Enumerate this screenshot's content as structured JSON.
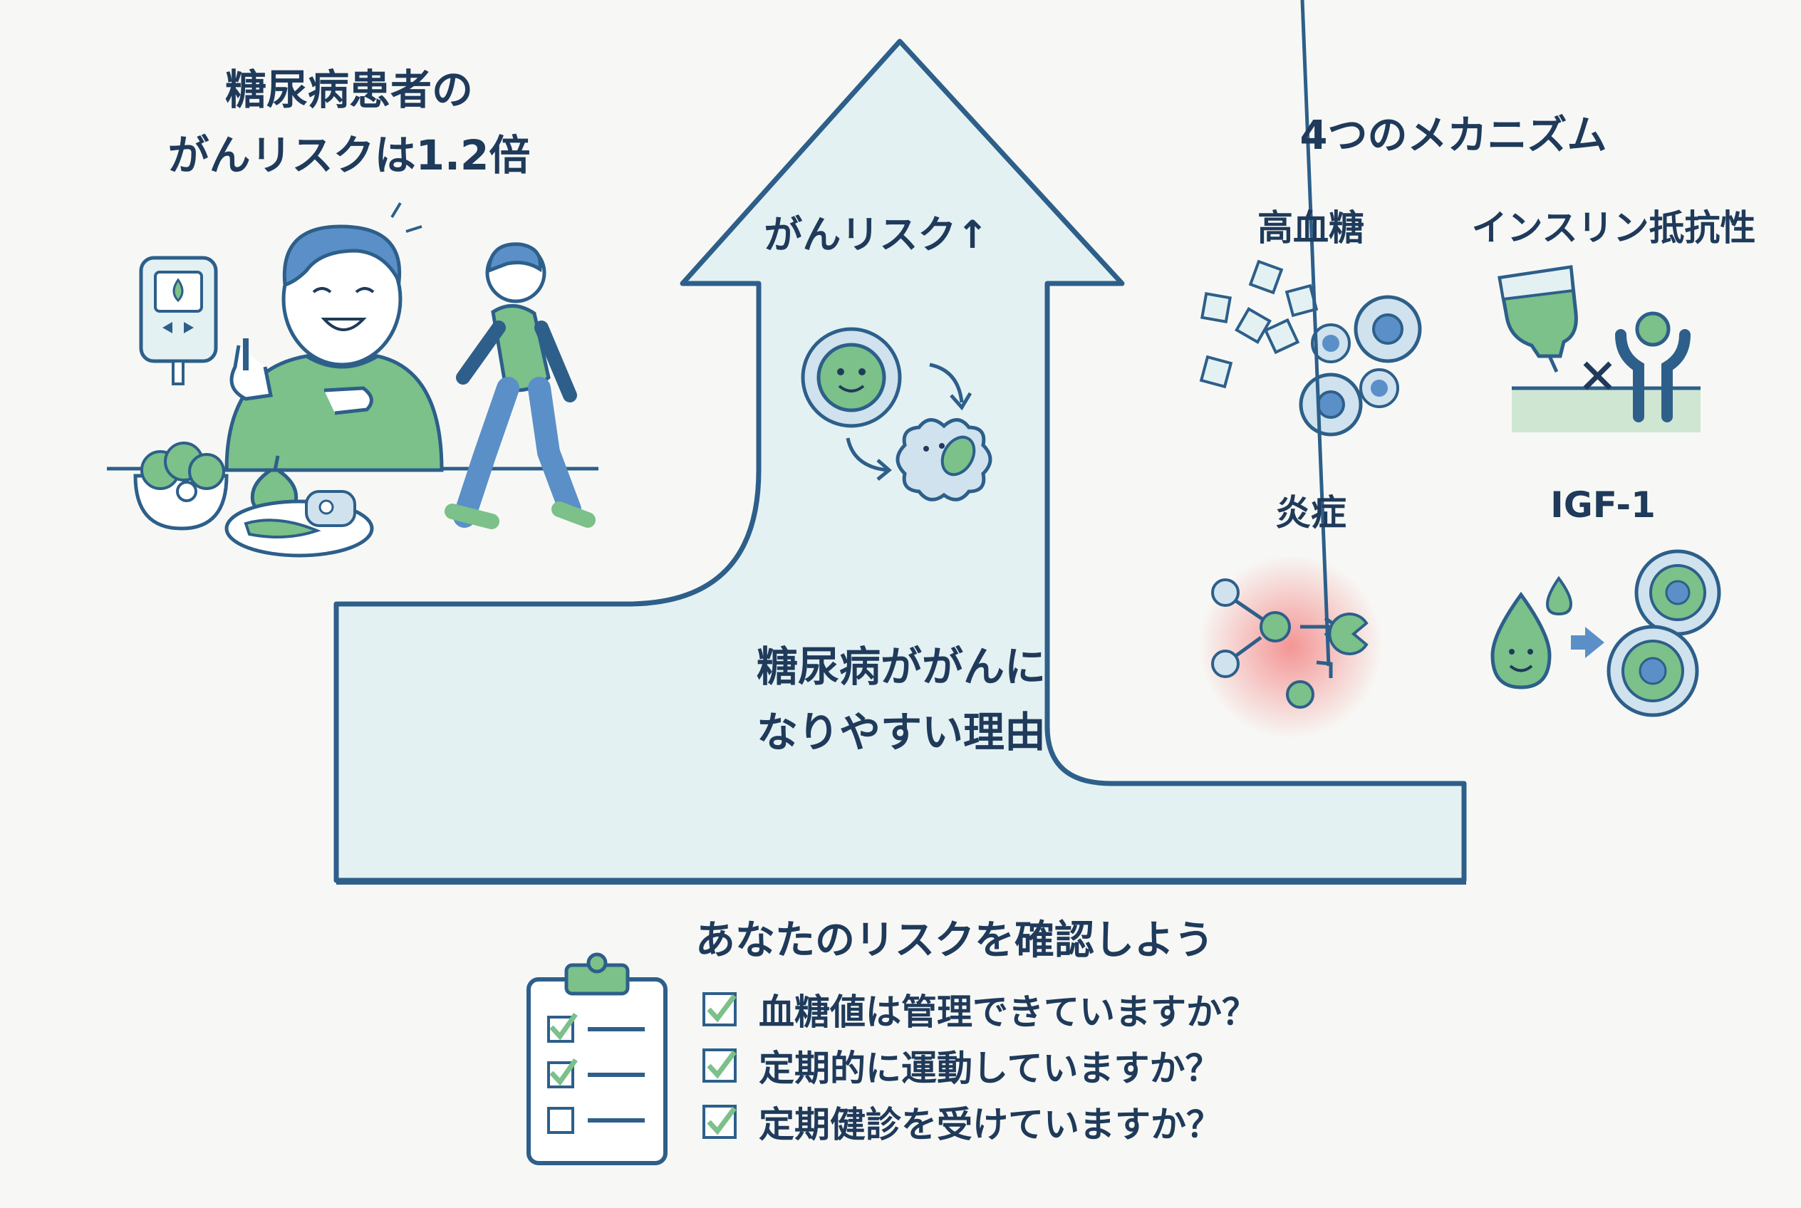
{
  "headline": {
    "line1": "糖尿病患者の",
    "line2": "がんリスクは1.2倍"
  },
  "arrow": {
    "label": "がんリスク↑"
  },
  "reason": {
    "line1": "糖尿病ががんに",
    "line2": "なりやすい理由"
  },
  "mechanisms": {
    "title": "4つのメカニズム",
    "items": [
      {
        "label": "高血糖"
      },
      {
        "label": "インスリン抵抗性"
      },
      {
        "label": "炎症"
      },
      {
        "label": "IGF-1"
      }
    ]
  },
  "checklist": {
    "title": "あなたのリスクを確認しよう",
    "items": [
      {
        "label": "血糖値は管理できていますか？"
      },
      {
        "label": "定期的に運動していますか？"
      },
      {
        "label": "定期健診を受けていますか？"
      }
    ]
  },
  "colors": {
    "navy": "#1f3a5a",
    "outline": "#2d5f8a",
    "green": "#7cc08a",
    "light_blue": "#e4f1f3",
    "pale_blue": "#cfe2ee",
    "inflammation": "#f26b6b"
  }
}
